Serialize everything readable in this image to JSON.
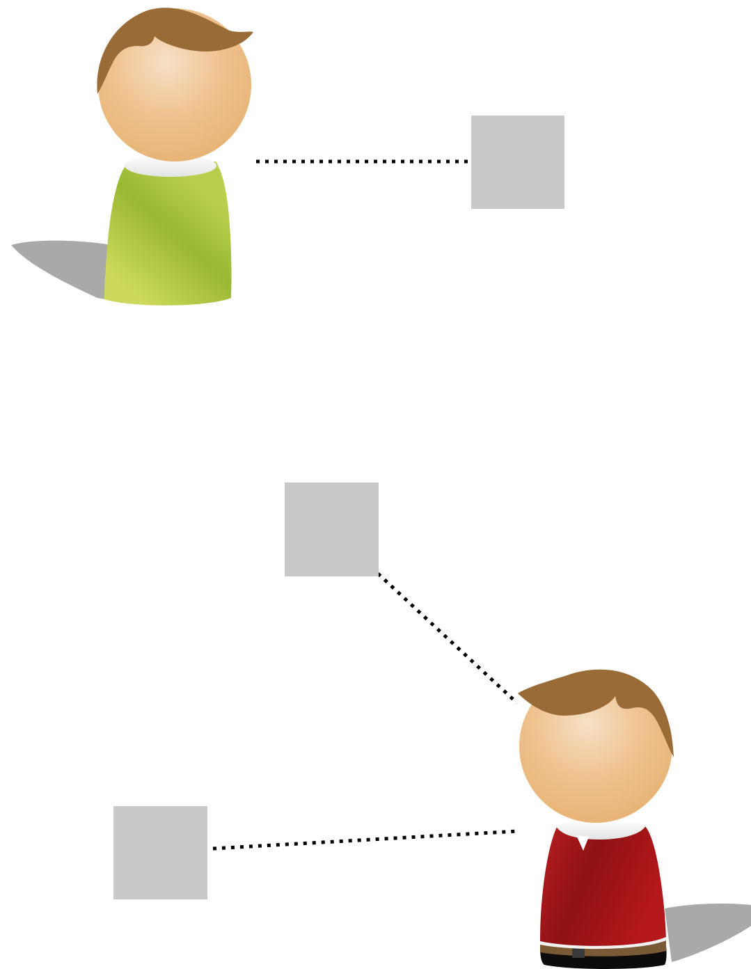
{
  "diagram": {
    "people": [
      {
        "id": "person-green",
        "icon": "person-icon",
        "shirt_color": "#9ab832"
      },
      {
        "id": "person-red",
        "icon": "person-icon",
        "shirt_color": "#a5161a"
      }
    ],
    "boxes": [
      {
        "id": "box-top-right",
        "color": "#c9c9c9",
        "label": ""
      },
      {
        "id": "box-middle",
        "color": "#c9c9c9",
        "label": ""
      },
      {
        "id": "box-bottom-left",
        "color": "#c9c9c9",
        "label": ""
      }
    ],
    "connectors": [
      {
        "from": "person-green",
        "to": "box-top-right",
        "style": "dotted",
        "color": "#000000"
      },
      {
        "from": "box-middle",
        "to": "person-red",
        "style": "dotted",
        "color": "#000000"
      },
      {
        "from": "box-bottom-left",
        "to": "person-red",
        "style": "dotted",
        "color": "#000000"
      }
    ]
  }
}
